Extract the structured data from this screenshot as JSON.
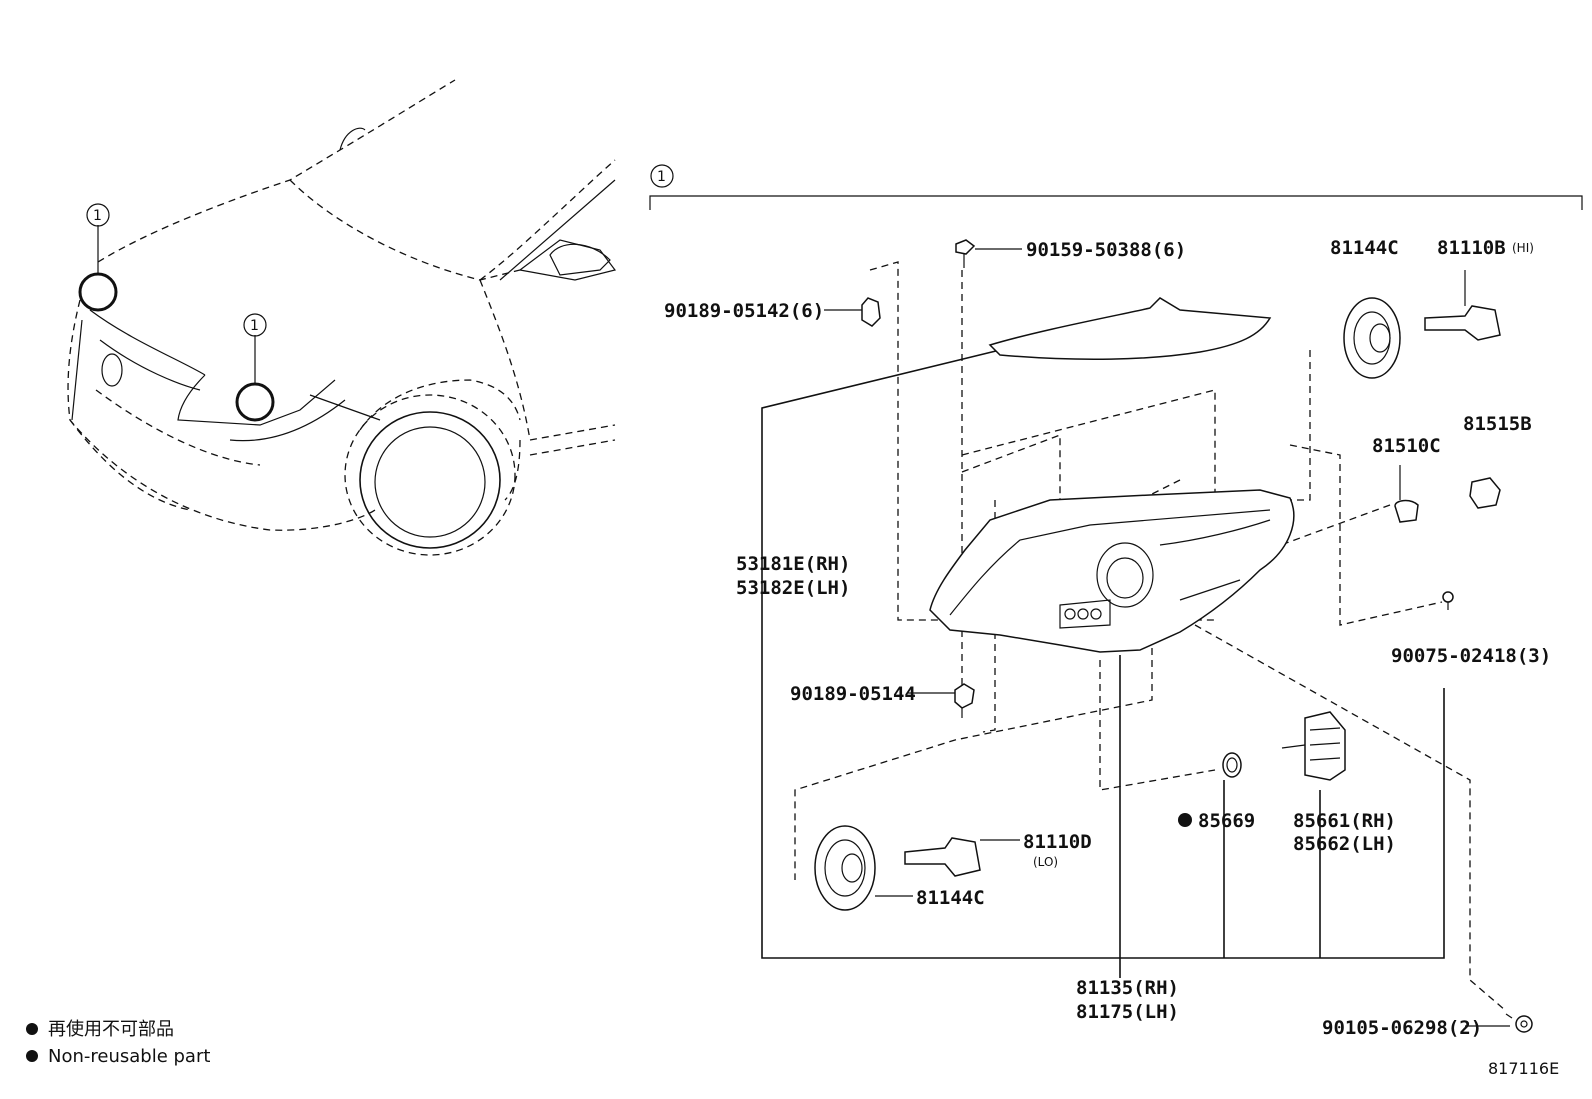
{
  "callout_number": "1",
  "labels": {
    "p90159": "90159-50388(6)",
    "p90189a": "90189-05142(6)",
    "p81144c_top": "81144C",
    "p81110b": "81110B",
    "p81110b_note": "(HI)",
    "p81515b": "81515B",
    "p81510c": "81510C",
    "p53181e": "53181E(RH)",
    "p53182e": "53182E(LH)",
    "p90075": "90075-02418(3)",
    "p90189b": "90189-05144",
    "p85669": "85669",
    "p85661": "85661(RH)",
    "p85662": "85662(LH)",
    "p81110d": "81110D",
    "p81110d_note": "(LO)",
    "p81144c_bottom": "81144C",
    "p81135": "81135(RH)",
    "p81175": "81175(LH)",
    "p90105": "90105-06298(2)"
  },
  "legend": {
    "line1": "再使用不可部品",
    "line2": "Non-reusable part"
  },
  "diagram_ref": "817116E"
}
